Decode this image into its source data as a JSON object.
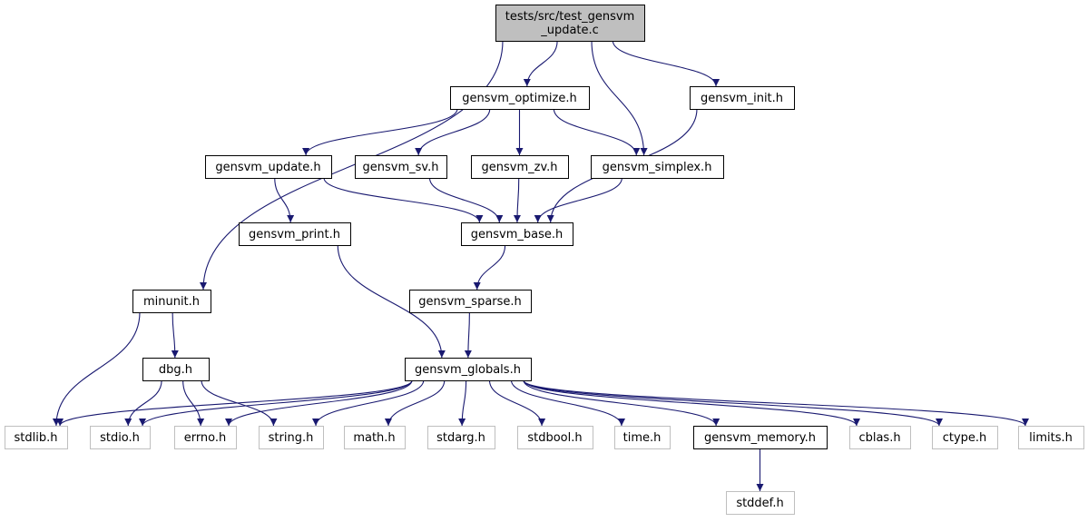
{
  "diagram": {
    "type": "include-dependency-graph",
    "colors": {
      "edge": "#191970",
      "root_fill": "#bfbfbf",
      "system_border": "#bfbfbf",
      "project_border": "#000000"
    },
    "nodes": {
      "root": {
        "lines": [
          "tests/src/test_gensvm",
          "_update.c"
        ],
        "kind": "root"
      },
      "optimize": {
        "lines": [
          "gensvm_optimize.h"
        ],
        "kind": "project"
      },
      "init": {
        "lines": [
          "gensvm_init.h"
        ],
        "kind": "project"
      },
      "update": {
        "lines": [
          "gensvm_update.h"
        ],
        "kind": "project"
      },
      "sv": {
        "lines": [
          "gensvm_sv.h"
        ],
        "kind": "project"
      },
      "zv": {
        "lines": [
          "gensvm_zv.h"
        ],
        "kind": "project"
      },
      "simplex": {
        "lines": [
          "gensvm_simplex.h"
        ],
        "kind": "project"
      },
      "print": {
        "lines": [
          "gensvm_print.h"
        ],
        "kind": "project"
      },
      "base": {
        "lines": [
          "gensvm_base.h"
        ],
        "kind": "project"
      },
      "minunit": {
        "lines": [
          "minunit.h"
        ],
        "kind": "project"
      },
      "sparse": {
        "lines": [
          "gensvm_sparse.h"
        ],
        "kind": "project"
      },
      "dbg": {
        "lines": [
          "dbg.h"
        ],
        "kind": "project"
      },
      "globals": {
        "lines": [
          "gensvm_globals.h"
        ],
        "kind": "project"
      },
      "stdlib": {
        "lines": [
          "stdlib.h"
        ],
        "kind": "system"
      },
      "stdio": {
        "lines": [
          "stdio.h"
        ],
        "kind": "system"
      },
      "errno": {
        "lines": [
          "errno.h"
        ],
        "kind": "system"
      },
      "string": {
        "lines": [
          "string.h"
        ],
        "kind": "system"
      },
      "math": {
        "lines": [
          "math.h"
        ],
        "kind": "system"
      },
      "stdarg": {
        "lines": [
          "stdarg.h"
        ],
        "kind": "system"
      },
      "stdbool": {
        "lines": [
          "stdbool.h"
        ],
        "kind": "system"
      },
      "time": {
        "lines": [
          "time.h"
        ],
        "kind": "system"
      },
      "memory": {
        "lines": [
          "gensvm_memory.h"
        ],
        "kind": "project"
      },
      "cblas": {
        "lines": [
          "cblas.h"
        ],
        "kind": "system"
      },
      "ctype": {
        "lines": [
          "ctype.h"
        ],
        "kind": "system"
      },
      "limits": {
        "lines": [
          "limits.h"
        ],
        "kind": "system"
      },
      "stddef": {
        "lines": [
          "stddef.h"
        ],
        "kind": "system"
      }
    },
    "edges": [
      [
        "root",
        "optimize"
      ],
      [
        "root",
        "init"
      ],
      [
        "root",
        "simplex"
      ],
      [
        "root",
        "minunit"
      ],
      [
        "optimize",
        "update"
      ],
      [
        "optimize",
        "sv"
      ],
      [
        "optimize",
        "zv"
      ],
      [
        "optimize",
        "simplex"
      ],
      [
        "init",
        "base"
      ],
      [
        "update",
        "print"
      ],
      [
        "update",
        "base"
      ],
      [
        "sv",
        "base"
      ],
      [
        "zv",
        "base"
      ],
      [
        "simplex",
        "base"
      ],
      [
        "print",
        "globals"
      ],
      [
        "base",
        "sparse"
      ],
      [
        "sparse",
        "globals"
      ],
      [
        "minunit",
        "dbg"
      ],
      [
        "minunit",
        "stdlib"
      ],
      [
        "dbg",
        "stdio"
      ],
      [
        "dbg",
        "errno"
      ],
      [
        "dbg",
        "string"
      ],
      [
        "globals",
        "stdlib"
      ],
      [
        "globals",
        "stdio"
      ],
      [
        "globals",
        "errno"
      ],
      [
        "globals",
        "string"
      ],
      [
        "globals",
        "math"
      ],
      [
        "globals",
        "stdarg"
      ],
      [
        "globals",
        "stdbool"
      ],
      [
        "globals",
        "time"
      ],
      [
        "globals",
        "memory"
      ],
      [
        "globals",
        "cblas"
      ],
      [
        "globals",
        "ctype"
      ],
      [
        "globals",
        "limits"
      ],
      [
        "memory",
        "stddef"
      ]
    ]
  }
}
